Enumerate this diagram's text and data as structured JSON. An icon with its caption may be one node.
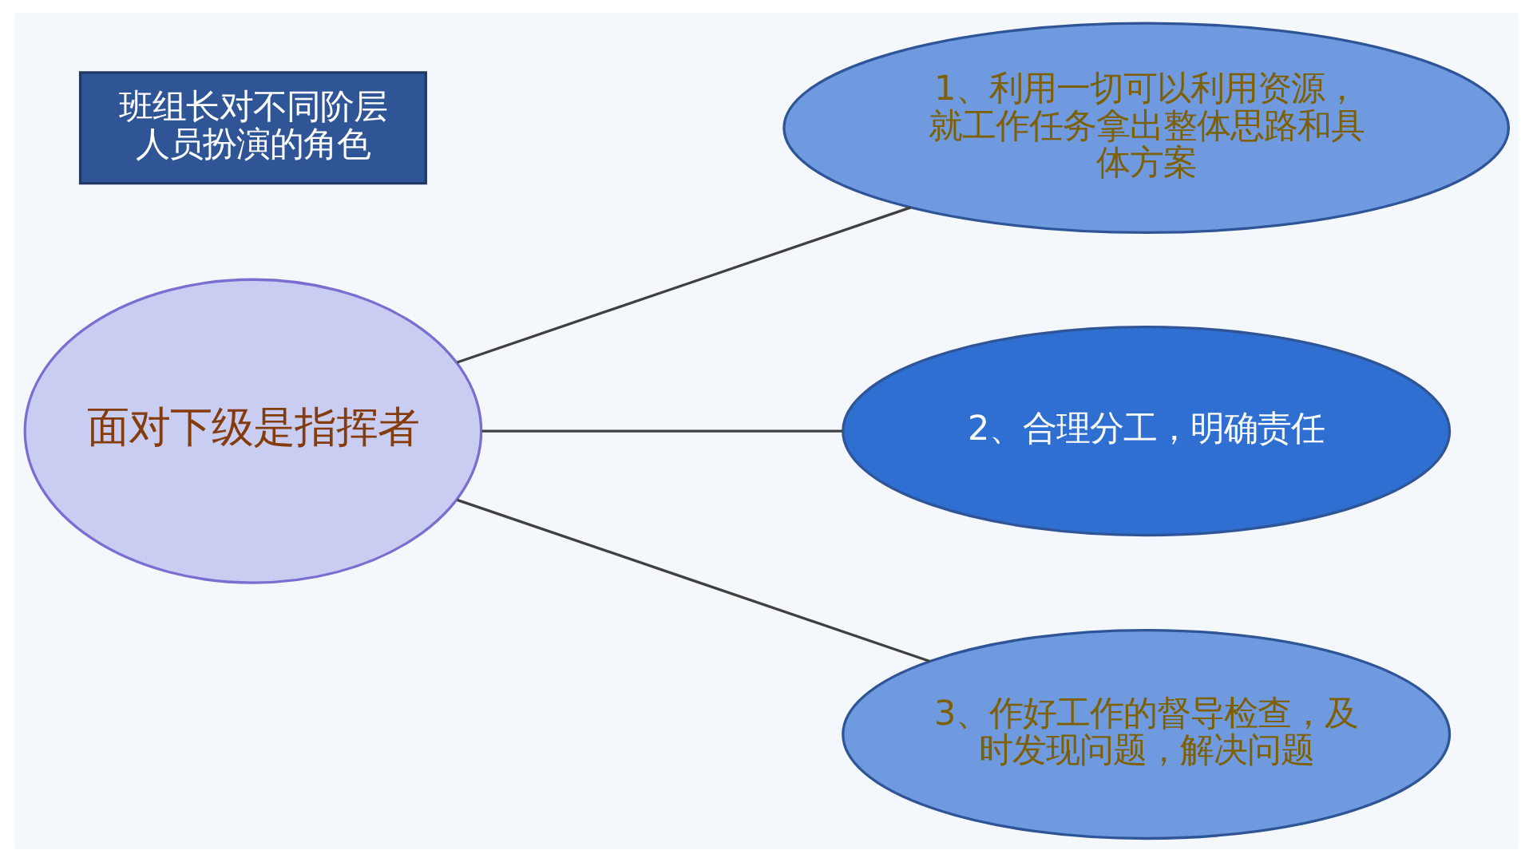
{
  "diagram": {
    "nodes": [
      {
        "text": [
          "班组长对不同阶层人员扮演的角色"
        ]
      },
      {
        "text": [
          "面对下级是指挥者"
        ]
      },
      {
        "text": [
          "1、利用一切可以利用资源，就工作任务拿出整体思路和具体方案"
        ]
      },
      {
        "text": [
          "2、合理分工，明确责任"
        ]
      },
      {
        "text": [
          "3、作好工作的督导检查，及时发现问题，解决问题"
        ]
      }
    ],
    "edges": [
      {
        "from": 1,
        "to": 2,
        "arrow": "none"
      },
      {
        "from": 1,
        "to": 3,
        "arrow": "none"
      },
      {
        "from": 1,
        "to": 4,
        "arrow": "none"
      }
    ]
  }
}
